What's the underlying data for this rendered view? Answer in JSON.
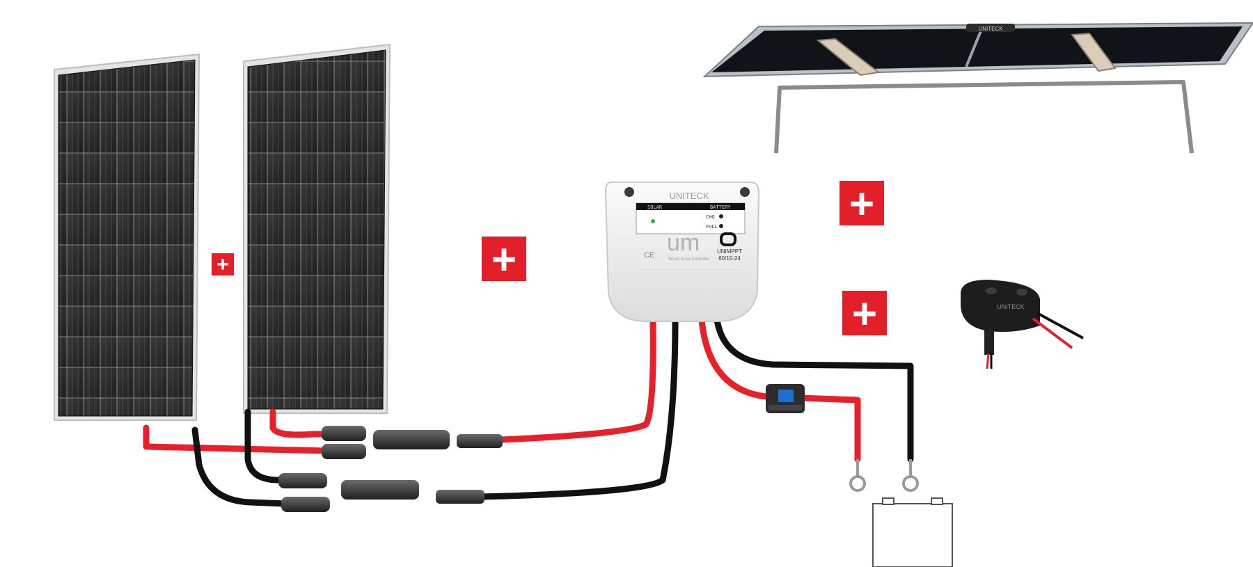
{
  "controller": {
    "brand": "UNITECK",
    "logo": "um",
    "model_line1": "UNIMPPT",
    "model_line2": "60/15-24",
    "screen_left_label": "SOLAR",
    "screen_right_label": "BATTERY",
    "status_a": "CHG",
    "status_b": "FULL",
    "cert_label": "CE",
    "sub_label": "Smart Solar Controller"
  },
  "cable_entry": {
    "brand": "UNITECK"
  },
  "mounting_brackets": {
    "brand": "UNITECK"
  },
  "plus_badges": [
    {
      "id": "badge-small",
      "symbol": "+"
    },
    {
      "id": "badge-mid",
      "symbol": "+"
    },
    {
      "id": "badge-top-right",
      "symbol": "+"
    },
    {
      "id": "badge-bottom-right",
      "symbol": "+"
    }
  ],
  "colors": {
    "positive_cable": "#e8202a",
    "negative_cable": "#111111",
    "badge_red": "#e3202a",
    "panel_cell": "#2b2b2b",
    "panel_frame": "#d9d9d9"
  },
  "icons": [
    "solar-panel-icon",
    "battery-icon",
    "plus-badge-icon",
    "mc4-connector-icon",
    "fuse-holder-icon",
    "ring-terminal-icon",
    "cable-entry-gland-icon"
  ]
}
